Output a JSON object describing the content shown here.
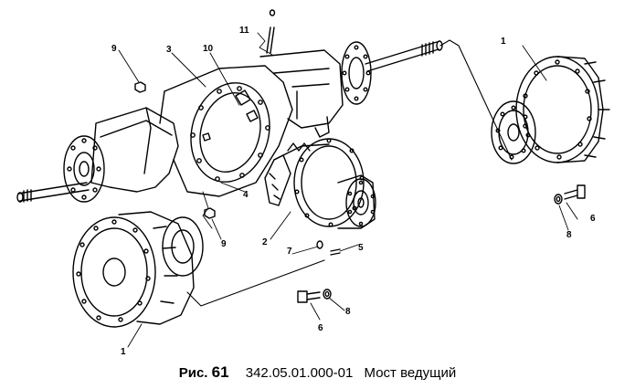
{
  "callouts": {
    "c1_right": "1",
    "c1_left": "1",
    "c2": "2",
    "c3": "3",
    "c4": "4",
    "c5": "5",
    "c6_right": "6",
    "c6_bottom": "6",
    "c7": "7",
    "c8_right": "8",
    "c8_bottom": "8",
    "c9_top": "9",
    "c9_mid": "9",
    "c10": "10",
    "c11": "11"
  },
  "caption": {
    "fig_prefix": "Рис.",
    "fig_number": "61",
    "code": "342.05.01.000-01",
    "title": "Мост ведущий"
  }
}
